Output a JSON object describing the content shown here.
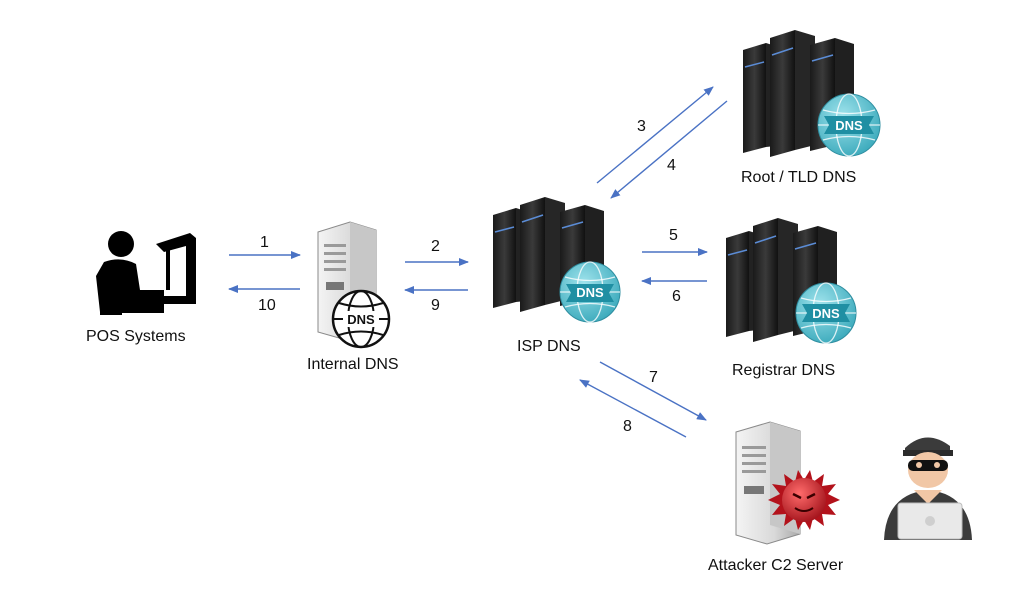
{
  "nodes": {
    "pos": "POS Systems",
    "internal_dns": "Internal DNS",
    "isp_dns": "ISP DNS",
    "root_tld_dns": "Root / TLD DNS",
    "registrar_dns": "Registrar DNS",
    "attacker_c2": "Attacker C2 Server"
  },
  "badges": {
    "dns": "DNS"
  },
  "steps": [
    "1",
    "2",
    "3",
    "4",
    "5",
    "6",
    "7",
    "8",
    "9",
    "10"
  ],
  "colors": {
    "arrow": "#4a72c4",
    "badge": "#3ab7c8",
    "malware": "#d9202a"
  }
}
